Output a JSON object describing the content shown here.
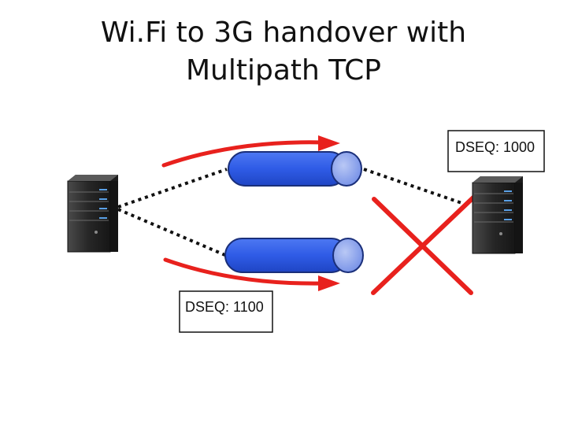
{
  "slide": {
    "title_line1": "Wi.Fi to 3G handover with",
    "title_line2": "Multipath TCP"
  },
  "labels": {
    "dseq_top": "DSEQ: 1000",
    "dseq_bottom": "DSEQ: 1100"
  },
  "icons": {
    "left_server": "server-icon",
    "right_server": "server-icon",
    "failure_mark": "x-mark-icon",
    "subflow_arrow": "arrow-icon",
    "subflow_pipe": "pipe-icon"
  },
  "colors": {
    "arrow_red": "#e8211d",
    "pipe_blue": "#2f5be6",
    "pipe_cap": "#8fa6ee",
    "server_body": "#2a2a2a",
    "led_blue": "#5aa0e6"
  }
}
